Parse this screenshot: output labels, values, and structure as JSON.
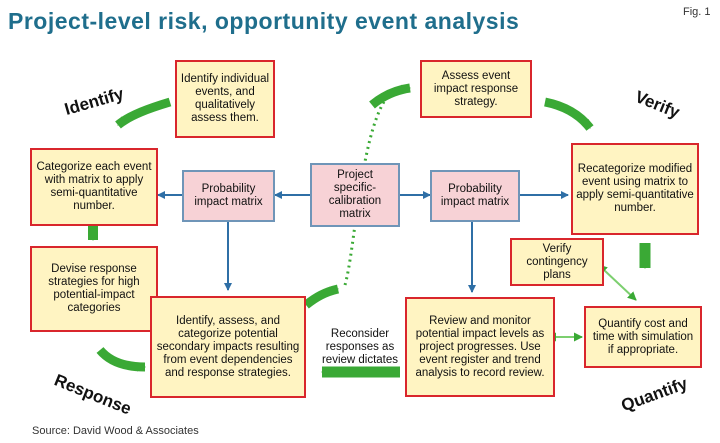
{
  "figure": {
    "title": "Project-level risk, opportunity event analysis",
    "fig_number": "Fig. 1",
    "source": "Source: David Wood & Associates"
  },
  "phases": {
    "identify": "Identify",
    "verify": "Verify",
    "response": "Response",
    "quantify": "Quantify"
  },
  "boxes": {
    "identify_events": "Identify individual events, and qualitatively assess them.",
    "assess_strategy": "Assess event impact response strategy.",
    "categorize": "Categorize each event with matrix to apply semi-quantitative number.",
    "recategorize": "Recategorize modified event using matrix to apply semi-quantitative number.",
    "devise": "Devise response strategies for high potential-impact categories",
    "identify_secondary": "Identify, assess, and categorize potential secondary impacts resulting from event dependencies and response strategies.",
    "review_monitor": "Review and monitor potential impact levels as project progresses. Use event register and trend analysis to record review.",
    "verify_contingency": "Verify contingency plans",
    "quantify_cost": "Quantify cost and time with simulation if appropriate."
  },
  "matrices": {
    "left": "Probability impact matrix",
    "center": "Project specific-calibration matrix",
    "right": "Probability impact matrix"
  },
  "notes": {
    "reconsider": "Reconsider responses as review dictates"
  },
  "colors": {
    "title": "#1f6e8c",
    "box_fill": "#fff4c2",
    "box_border": "#d9262c",
    "matrix_fill": "#f7d2d6",
    "matrix_border": "#6f95b8",
    "arrow_green": "#3aa935",
    "arrow_blue": "#2f6fa6"
  }
}
